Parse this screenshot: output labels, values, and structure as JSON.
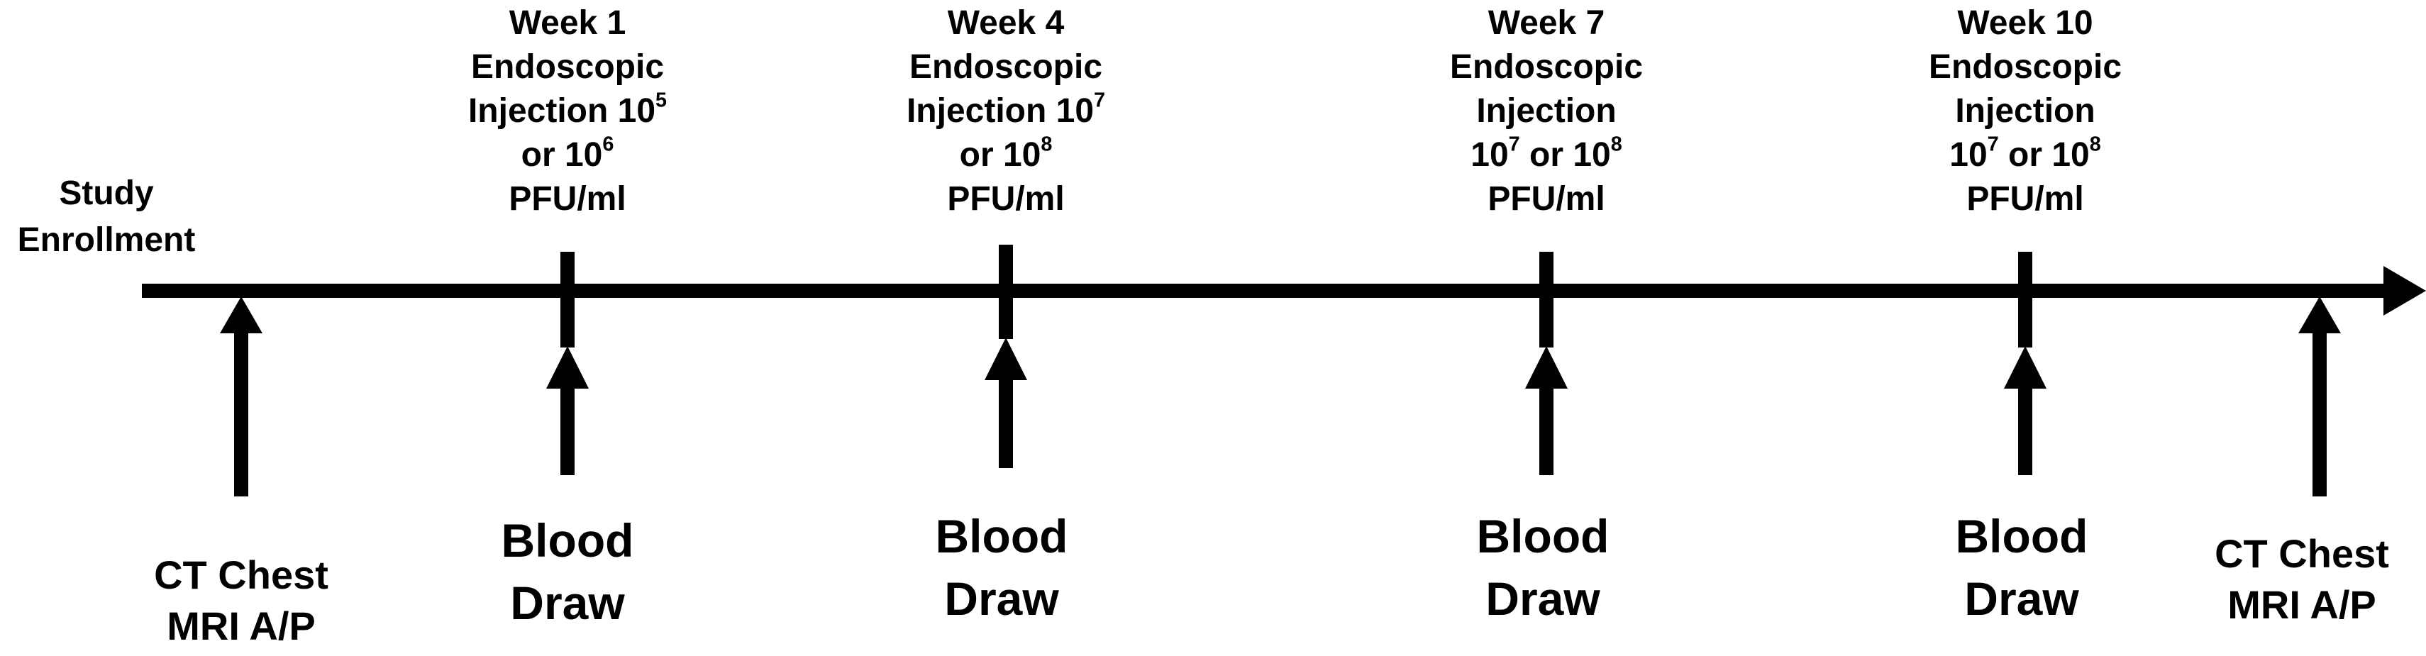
{
  "timeline": {
    "start": {
      "label_line1": "Study",
      "label_line2": "Enrollment",
      "imaging_line1": "CT Chest",
      "imaging_line2": "MRI A/P"
    },
    "events": [
      {
        "week": "Week 1",
        "line2": "Endoscopic",
        "line3_text": "Injection 10",
        "line3_sup": "5",
        "line4_base": "or 10",
        "line4_sup": "6",
        "line4_tail": "",
        "line5": "PFU/ml",
        "draw_line1": "Blood",
        "draw_line2": "Draw"
      },
      {
        "week": "Week 4",
        "line2": "Endoscopic",
        "line3_text": "Injection 10",
        "line3_sup": "7",
        "line4_base": "or 10",
        "line4_sup": "8",
        "line4_tail": "",
        "line5": "PFU/ml",
        "draw_line1": "Blood",
        "draw_line2": "Draw"
      },
      {
        "week": "Week 7",
        "line2": "Endoscopic",
        "line3_text": "Injection",
        "line3_sup": "",
        "line4_base": "10",
        "line4_sup": "7",
        "line4_tail": " or 10",
        "line4_sup2": "8",
        "line5": "PFU/ml",
        "draw_line1": "Blood",
        "draw_line2": "Draw"
      },
      {
        "week": "Week 10",
        "line2": "Endoscopic",
        "line3_text": "Injection",
        "line3_sup": "",
        "line4_base": "10",
        "line4_sup": "7",
        "line4_tail": " or 10",
        "line4_sup2": "8",
        "line5": "PFU/ml",
        "draw_line1": "Blood",
        "draw_line2": "Draw"
      }
    ],
    "end": {
      "imaging_line1": "CT Chest",
      "imaging_line2": "MRI A/P"
    }
  }
}
